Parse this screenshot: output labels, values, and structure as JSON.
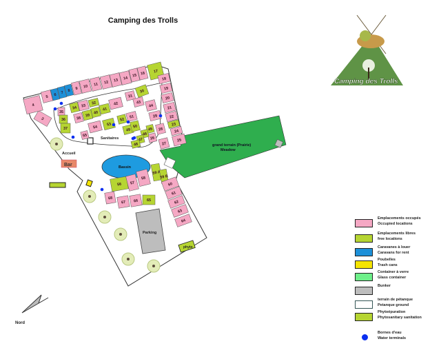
{
  "title": "Camping des Trolls",
  "logo": {
    "text": "Camping des Trolls"
  },
  "colors": {
    "occupied": "#f5a8c4",
    "free": "#b6d532",
    "caravan": "#1d90d8",
    "trash": "#f5e400",
    "glass": "#6ef08a",
    "bunker": "#bdbdbd",
    "petanque": "#ffffff",
    "phyto": "#b6d532",
    "water": "#0a2ff0",
    "meadow": "#2fae4e",
    "pool": "#1e9be0",
    "bar": "#e8896a"
  },
  "places": {
    "accueil": "Accueil",
    "bar": "Bar",
    "sanitaires": "Sanitaires",
    "bassin": "Bassin",
    "parking": "Parking",
    "phyto": "phyto",
    "meadow_fr": "grand terrain (Prairie)",
    "meadow_en": "Meadow",
    "north": "Nord"
  },
  "plots": [
    {
      "label": "3",
      "status": "occupied"
    },
    {
      "label": "4",
      "status": "occupied"
    },
    {
      "label": "5",
      "status": "occupied"
    },
    {
      "label": "6",
      "status": "caravan"
    },
    {
      "label": "7",
      "status": "caravan"
    },
    {
      "label": "8",
      "status": "caravan"
    },
    {
      "label": "9",
      "status": "occupied"
    },
    {
      "label": "10",
      "status": "occupied"
    },
    {
      "label": "11",
      "status": "occupied"
    },
    {
      "label": "12",
      "status": "occupied"
    },
    {
      "label": "13",
      "status": "occupied"
    },
    {
      "label": "14",
      "status": "occupied"
    },
    {
      "label": "15",
      "status": "occupied"
    },
    {
      "label": "16",
      "status": "occupied"
    },
    {
      "label": "17",
      "status": "free"
    },
    {
      "label": "18",
      "status": "occupied"
    },
    {
      "label": "19",
      "status": "occupied"
    },
    {
      "label": "20",
      "status": "occupied"
    },
    {
      "label": "21",
      "status": "occupied"
    },
    {
      "label": "22",
      "status": "occupied"
    },
    {
      "label": "23",
      "status": "free"
    },
    {
      "label": "24",
      "status": "occupied"
    },
    {
      "label": "25",
      "status": "occupied"
    },
    {
      "label": "26",
      "status": "occupied"
    },
    {
      "label": "27",
      "status": "occupied"
    },
    {
      "label": "28",
      "status": "occupied"
    },
    {
      "label": "29",
      "status": "occupied"
    },
    {
      "label": "30",
      "status": "free"
    },
    {
      "label": "31",
      "status": "occupied"
    },
    {
      "label": "32",
      "status": "free"
    },
    {
      "label": "33",
      "status": "occupied"
    },
    {
      "label": "34",
      "status": "free"
    },
    {
      "label": "35",
      "status": "occupied"
    },
    {
      "label": "36",
      "status": "free"
    },
    {
      "label": "37",
      "status": "free"
    },
    {
      "label": "38",
      "status": "occupied"
    },
    {
      "label": "39",
      "status": "free"
    },
    {
      "label": "40",
      "status": "free"
    },
    {
      "label": "41",
      "status": "free"
    },
    {
      "label": "42",
      "status": "occupied"
    },
    {
      "label": "43",
      "status": "occupied"
    },
    {
      "label": "44",
      "status": "occupied"
    },
    {
      "label": "45",
      "status": "free"
    },
    {
      "label": "46",
      "status": "free"
    },
    {
      "label": "47",
      "status": "free"
    },
    {
      "label": "48",
      "status": "free"
    },
    {
      "label": "49",
      "status": "free"
    },
    {
      "label": "50",
      "status": "free"
    },
    {
      "label": "51",
      "status": "occupied"
    },
    {
      "label": "52",
      "status": "free"
    },
    {
      "label": "53",
      "status": "free"
    },
    {
      "label": "54",
      "status": "occupied"
    },
    {
      "label": "55",
      "status": "occupied"
    },
    {
      "label": "56",
      "status": "free"
    },
    {
      "label": "57",
      "status": "occupied"
    },
    {
      "label": "58",
      "status": "occupied"
    },
    {
      "label": "59 A",
      "status": "free"
    },
    {
      "label": "59 B",
      "status": "free"
    },
    {
      "label": "60",
      "status": "occupied"
    },
    {
      "label": "61",
      "status": "occupied"
    },
    {
      "label": "62",
      "status": "occupied"
    },
    {
      "label": "63",
      "status": "occupied"
    },
    {
      "label": "64",
      "status": "occupied"
    },
    {
      "label": "65",
      "status": "free"
    },
    {
      "label": "66",
      "status": "occupied"
    },
    {
      "label": "67",
      "status": "occupied"
    },
    {
      "label": "68",
      "status": "occupied"
    }
  ],
  "legend": [
    {
      "key": "occupied",
      "fr": "Emplacements occupés",
      "en": "Occupied locations"
    },
    {
      "key": "free",
      "fr": "Emplacements libres",
      "en": "free locations"
    },
    {
      "key": "caravan",
      "fr": "Caravanes à louer",
      "en": "Caravans for rent"
    },
    {
      "key": "trash",
      "fr": "Poubelles",
      "en": "Trash cans"
    },
    {
      "key": "glass",
      "fr": "Container à verre",
      "en": "Glass container"
    },
    {
      "key": "bunker",
      "fr": "Bunker",
      "en": ""
    },
    {
      "key": "petanque",
      "fr": "terrain de pétanque",
      "en": "Petanque ground"
    },
    {
      "key": "phyto",
      "fr": "Phytoépuration",
      "en": "Phytosanitary sanitation"
    },
    {
      "key": "water",
      "fr": "Bornes d'eau",
      "en": "Water terminals"
    }
  ]
}
